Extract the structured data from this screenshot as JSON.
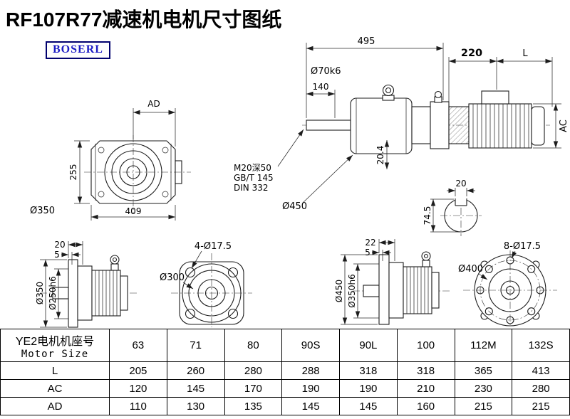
{
  "page": {
    "title": "RF107R77减速机电机尺寸图纸",
    "brand": "BOSERL",
    "colors": {
      "brand_text": "#1c1cc4",
      "brand_border": "#00006e",
      "line": "#1c1c1c"
    }
  },
  "drawing": {
    "front_view": {
      "dim_ad": "AD",
      "dim_height": "255",
      "dim_width": "409",
      "label_diameter": "Ø350"
    },
    "assembly": {
      "dim_overall": "495",
      "dim_shaft": "140",
      "label_shaft_dia": "Ø70k6",
      "dim_flange": "220",
      "dim_motor": "L",
      "label_motor_dia": "AC",
      "dim_key_depth": "20.4",
      "thread_line1": "M20深50",
      "thread_line2": "GB/T 145",
      "thread_line3": "DIN 332",
      "label_housing_dia": "Ø450"
    },
    "shaft_section": {
      "dim_key_width": "20",
      "dim_key_height": "74.5"
    },
    "flange_side_small": {
      "dim_thickness": "20",
      "dim_step": "5",
      "label_od": "Ø350",
      "label_spigot": "Ø250h6"
    },
    "flange_front_small": {
      "label_bolt_holes": "4-Ø17.5",
      "label_diameter": "Ø300"
    },
    "flange_side_large": {
      "dim_thickness": "22",
      "dim_step": "5",
      "label_od": "Ø450",
      "label_spigot": "Ø350h6"
    },
    "flange_front_large": {
      "label_bolt_holes": "8-Ø17.5",
      "label_diameter": "Ø400"
    }
  },
  "table": {
    "header": {
      "line1": "YE2电机机座号",
      "line2": "Motor Size"
    },
    "sizes": [
      "63",
      "71",
      "80",
      "90S",
      "90L",
      "100",
      "112M",
      "132S"
    ],
    "rows": [
      {
        "label": "L",
        "values": [
          "205",
          "260",
          "280",
          "288",
          "318",
          "318",
          "365",
          "413"
        ]
      },
      {
        "label": "AC",
        "values": [
          "120",
          "145",
          "170",
          "190",
          "190",
          "210",
          "230",
          "280"
        ]
      },
      {
        "label": "AD",
        "values": [
          "110",
          "130",
          "135",
          "145",
          "145",
          "160",
          "215",
          "215"
        ]
      }
    ]
  }
}
